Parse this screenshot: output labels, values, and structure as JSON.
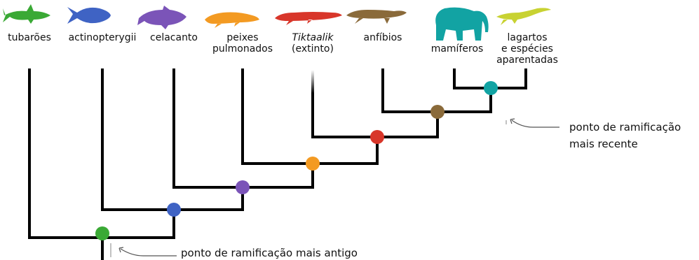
{
  "taxa": [
    {
      "label_1": "tubarões",
      "label_2": "",
      "color": "#3aa935"
    },
    {
      "label_1": "actinopterygii",
      "label_2": "",
      "color": "#3f63c4"
    },
    {
      "label_1": "celacanto",
      "label_2": "",
      "color": "#7b54b8"
    },
    {
      "label_1": "peixes",
      "label_2": "pulmonados",
      "color": "#f39a22"
    },
    {
      "label_1": "Tiktaalik",
      "label_2": "(extinto)",
      "color": "#d8362a"
    },
    {
      "label_1": "anfíbios",
      "label_2": "",
      "color": "#8a6a3a"
    },
    {
      "label_1": "mamíferos",
      "label_2": "",
      "color": "#12a3a3"
    },
    {
      "label_1": "lagartos",
      "label_2": "e espécies",
      "label_3": "aparentadas",
      "color": "#c8d232"
    }
  ],
  "nodes": [
    {
      "name": "node-sharks-rest",
      "color": "#3aa935"
    },
    {
      "name": "node-actinopterygii-rest",
      "color": "#3f63c4"
    },
    {
      "name": "node-coelacanth-rest",
      "color": "#7b54b8"
    },
    {
      "name": "node-lungfish-rest",
      "color": "#f39a22"
    },
    {
      "name": "node-tiktaalik-rest",
      "color": "#d8362a"
    },
    {
      "name": "node-amphibians-rest",
      "color": "#8a6a3a"
    },
    {
      "name": "node-mammals-lizards",
      "color": "#12a3a3"
    }
  ],
  "annotations": {
    "recent_line1": "ponto de ramificação",
    "recent_line2": "mais recente",
    "oldest": "ponto de ramificação mais antigo"
  }
}
